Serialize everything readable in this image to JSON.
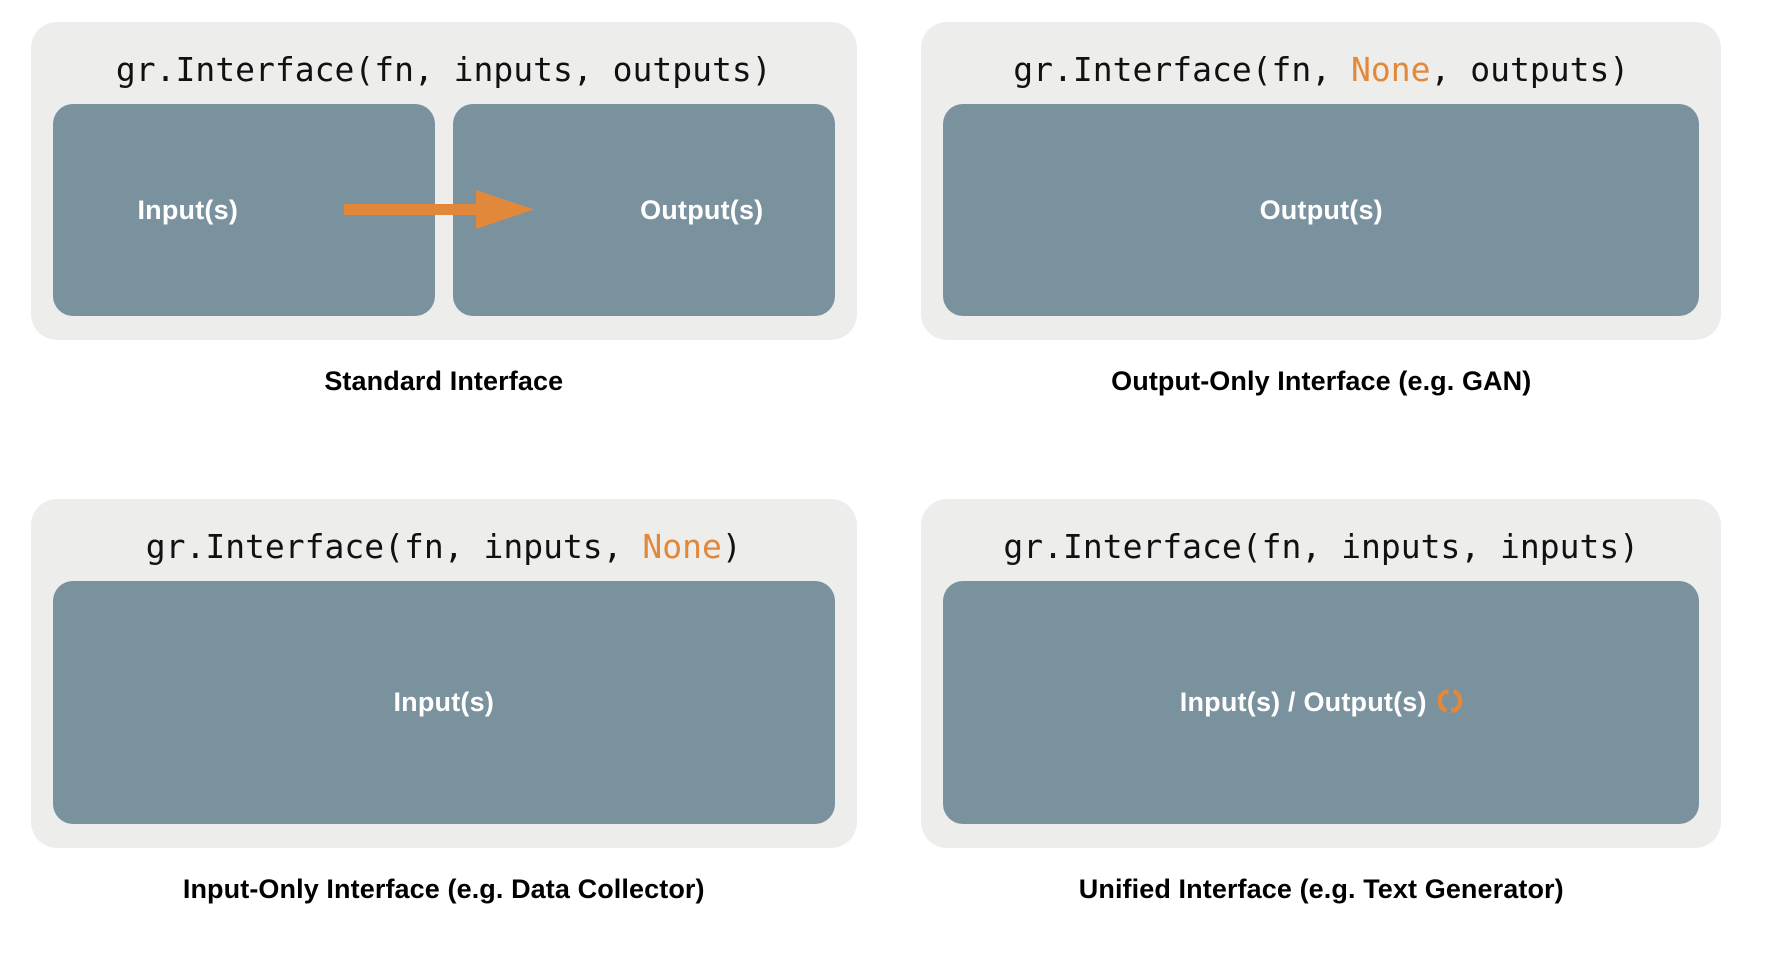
{
  "theme": {
    "page_background": "#ffffff",
    "card_background": "#ededec",
    "panel_color": "#7a919e",
    "panel_text_color": "#ffffff",
    "accent_orange": "#e2883b",
    "code_text_color": "#111111",
    "caption_color": "#000000"
  },
  "diagram": {
    "type": "concept-grid",
    "columns": 2,
    "rows": 2,
    "title": "",
    "quadrants": [
      {
        "id": "standard",
        "code": {
          "prefix": "gr.Interface(fn, inputs, outputs)",
          "segments": [
            {
              "text": "gr.Interface(fn, inputs, outputs)",
              "style": "normal"
            }
          ]
        },
        "panels": [
          {
            "label": "Input(s)",
            "role": "input"
          },
          {
            "label": "Output(s)",
            "role": "output"
          }
        ],
        "connector": {
          "type": "arrow",
          "direction": "left-to-right",
          "color": "#e2883b"
        },
        "caption": "Standard Interface"
      },
      {
        "id": "output-only",
        "code": {
          "segments": [
            {
              "text": "gr.Interface(fn, ",
              "style": "normal"
            },
            {
              "text": "None",
              "style": "none-keyword"
            },
            {
              "text": ", outputs)",
              "style": "normal"
            }
          ]
        },
        "panels": [
          {
            "label": "Output(s)",
            "role": "output"
          }
        ],
        "connector": {
          "type": "none"
        },
        "caption": "Output-Only Interface (e.g. GAN)"
      },
      {
        "id": "input-only",
        "code": {
          "segments": [
            {
              "text": "gr.Interface(fn, inputs, ",
              "style": "normal"
            },
            {
              "text": "None",
              "style": "none-keyword"
            },
            {
              "text": ")",
              "style": "normal"
            }
          ]
        },
        "panels": [
          {
            "label": "Input(s)",
            "role": "input"
          }
        ],
        "connector": {
          "type": "none"
        },
        "caption": "Input-Only Interface (e.g. Data Collector)"
      },
      {
        "id": "unified",
        "code": {
          "segments": [
            {
              "text": "gr.Interface(fn, inputs, inputs)",
              "style": "normal"
            }
          ]
        },
        "panels": [
          {
            "label": "Input(s) / Output(s)",
            "role": "input-output",
            "icon": "cycle-icon"
          }
        ],
        "connector": {
          "type": "none"
        },
        "caption": "Unified Interface (e.g. Text Generator)"
      }
    ]
  },
  "text": {
    "q1_code_full": "gr.Interface(fn, inputs, outputs)",
    "q1_panel_input": "Input(s)",
    "q1_panel_output": "Output(s)",
    "q1_caption": "Standard Interface",
    "q2_code_a": "gr.Interface(fn, ",
    "q2_code_none": "None",
    "q2_code_b": ", outputs)",
    "q2_panel_output": "Output(s)",
    "q2_caption": "Output-Only Interface (e.g. GAN)",
    "q3_code_a": "gr.Interface(fn, inputs, ",
    "q3_code_none": "None",
    "q3_code_b": ")",
    "q3_panel_input": "Input(s)",
    "q3_caption": "Input-Only Interface (e.g. Data Collector)",
    "q4_code_full": "gr.Interface(fn, inputs, inputs)",
    "q4_panel_label": "Input(s) / Output(s)",
    "q4_caption": "Unified Interface (e.g. Text Generator)"
  },
  "icons": {
    "arrow": "arrow-right-icon",
    "cycle": "cycle-icon"
  }
}
